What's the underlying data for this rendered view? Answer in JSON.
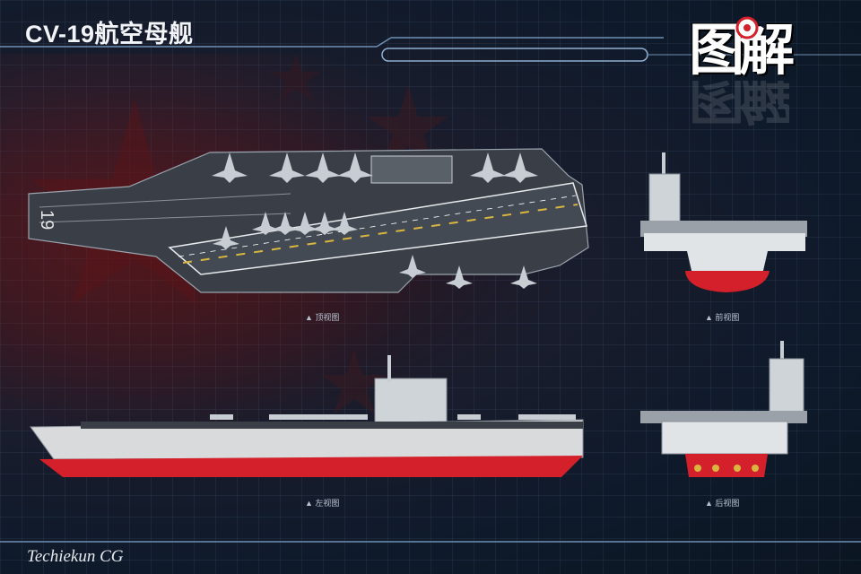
{
  "header": {
    "title": "CV-19航空母舰"
  },
  "logo": {
    "text": "图解"
  },
  "views": {
    "top": {
      "caption": "▲ 顶视图"
    },
    "front": {
      "caption": "▲ 前视图"
    },
    "side": {
      "caption": "▲ 左视图"
    },
    "rear": {
      "caption": "▲ 后视图"
    }
  },
  "deck": {
    "hull_number": "19"
  },
  "footer": {
    "credit": "Techiekun CG"
  },
  "colors": {
    "deck": "#3a3f47",
    "hull_grey": "#d8dadc",
    "hull_red": "#d4202a",
    "stars_red": "#7a1a1e",
    "frame_line": "#6f8fb3"
  }
}
